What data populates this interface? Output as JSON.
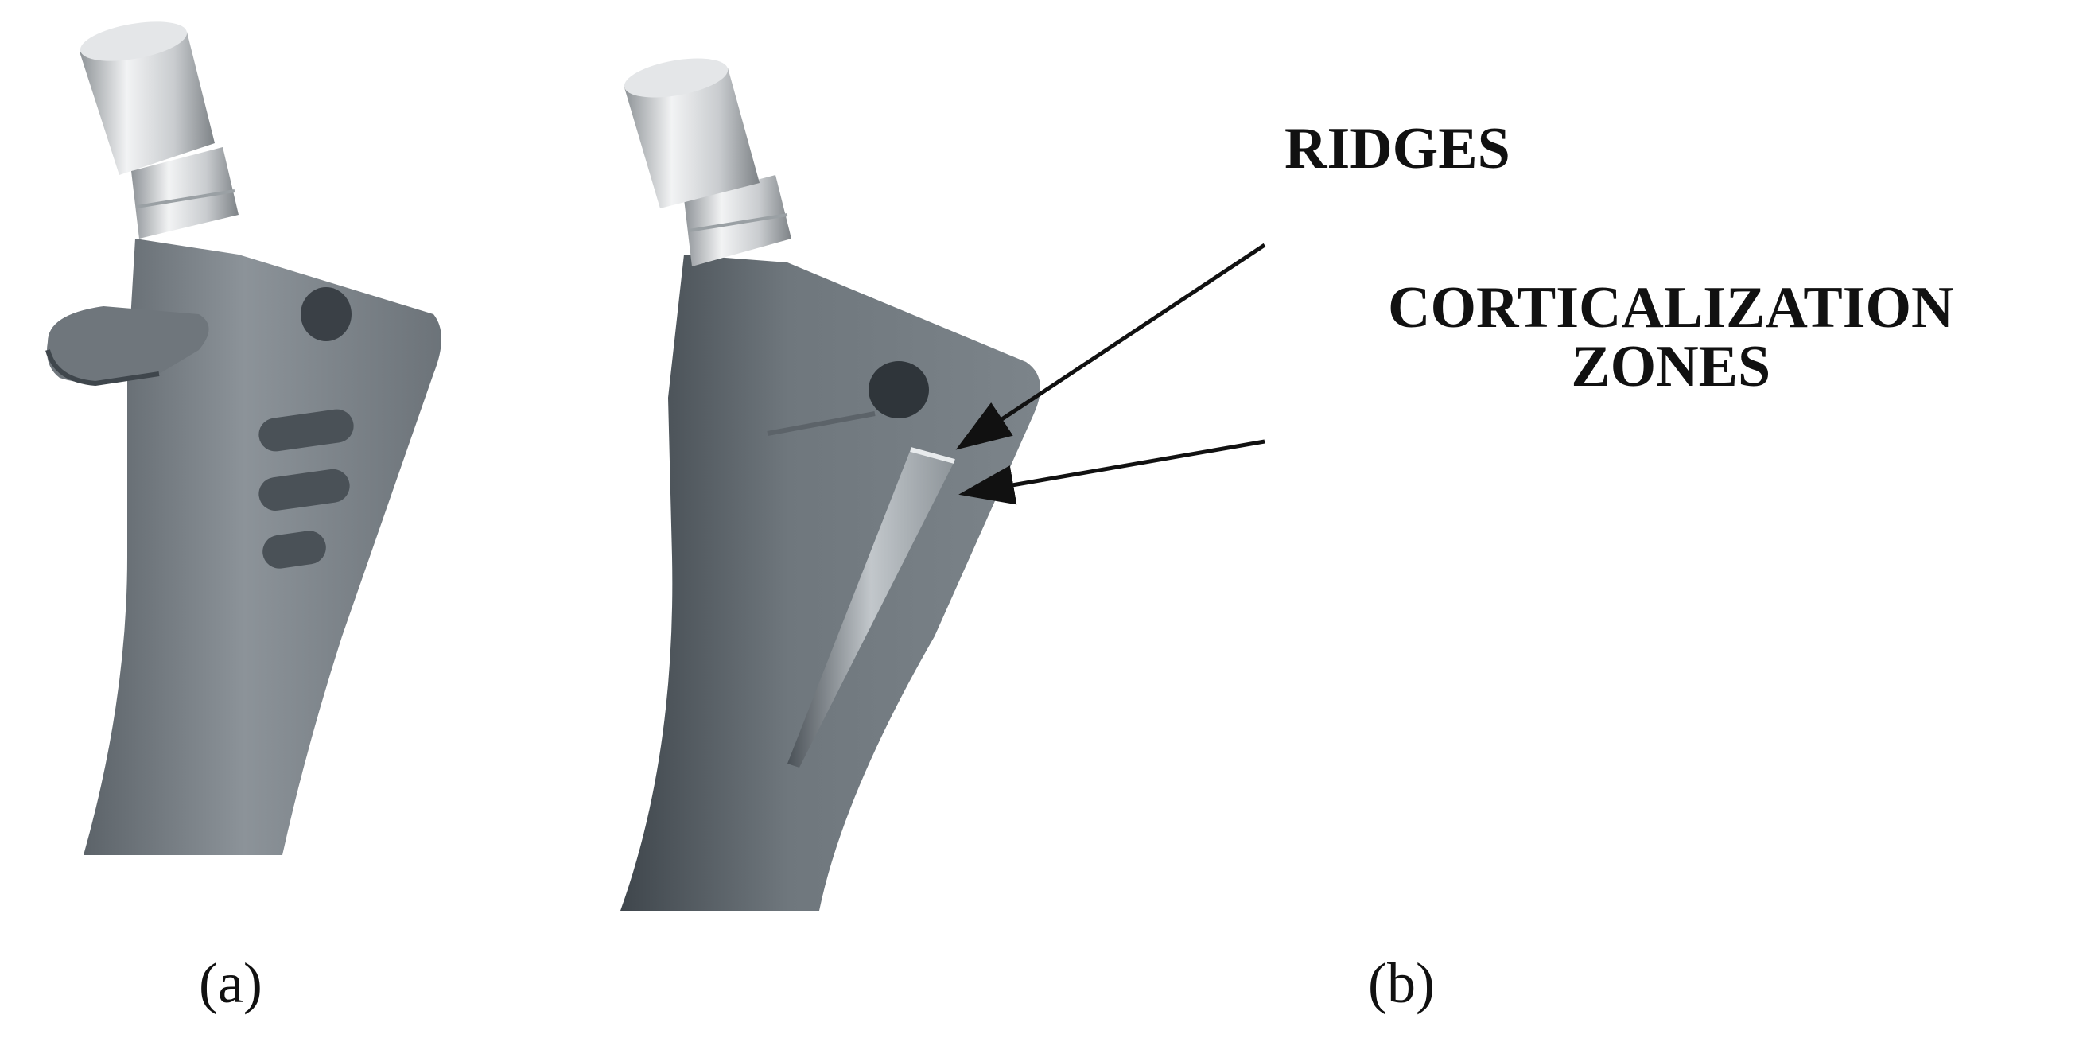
{
  "labels": {
    "ridges": "RIDGES",
    "corticalization_line1": "CORTICALIZATION",
    "corticalization_line2": "ZONES",
    "panel_a": "(a)",
    "panel_b": "(b)"
  },
  "colors": {
    "stem_base": "#7a8187",
    "stem_dark": "#4f565c",
    "stem_light": "#a3aab0",
    "neck_chrome": "#d9dcde",
    "arrow": "#111111",
    "background": "#ffffff"
  },
  "icons": {
    "hip_stem_left": "hip-implant-stem",
    "hip_stem_right": "hip-implant-stem-with-ridge"
  }
}
